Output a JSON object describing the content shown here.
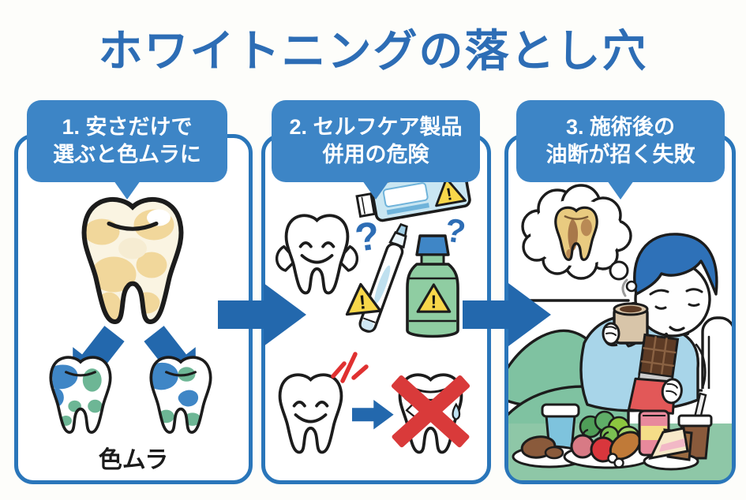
{
  "title": "ホワイトニングの落とし穴",
  "colors": {
    "title_blue": "#2d6db5",
    "bubble_blue": "#3d85c6",
    "border_blue": "#2a76ba",
    "arrow_blue": "#2368ad",
    "warning_yellow": "#f8d74a",
    "alert_red": "#d93a3a",
    "tooth_stain_yellow": "#f1d79b",
    "stain_blue": "#3f86c6",
    "stain_green": "#6db695",
    "mouthwash_green": "#8fcda2",
    "floor_green": "#8ec7a7",
    "pants_green": "#7fc2a1",
    "shirt_blue": "#a8d5e9",
    "hair_blue": "#2e71b8",
    "decayed_tooth_tan": "#e9cb80",
    "decayed_tooth_brown": "#a8784a",
    "mug_tan": "#d8c5a9",
    "chocolate_brown": "#5d3b25",
    "wrapper_red": "#e25858",
    "can_pink": "#e8899c",
    "can_yellow": "#f5dd88",
    "tumbler_blue": "#7ec3dd"
  },
  "panels": [
    {
      "bubble_line1": "1. 安さだけで",
      "bubble_line2": "選ぶと色ムラに",
      "caption": "色ムラ"
    },
    {
      "bubble_line1": "2. セルフケア製品",
      "bubble_line2": "併用の危険",
      "question_mark": "?",
      "warning_mark": "!"
    },
    {
      "bubble_line1": "3. 施術後の",
      "bubble_line2": "油断が招く失敗"
    }
  ]
}
